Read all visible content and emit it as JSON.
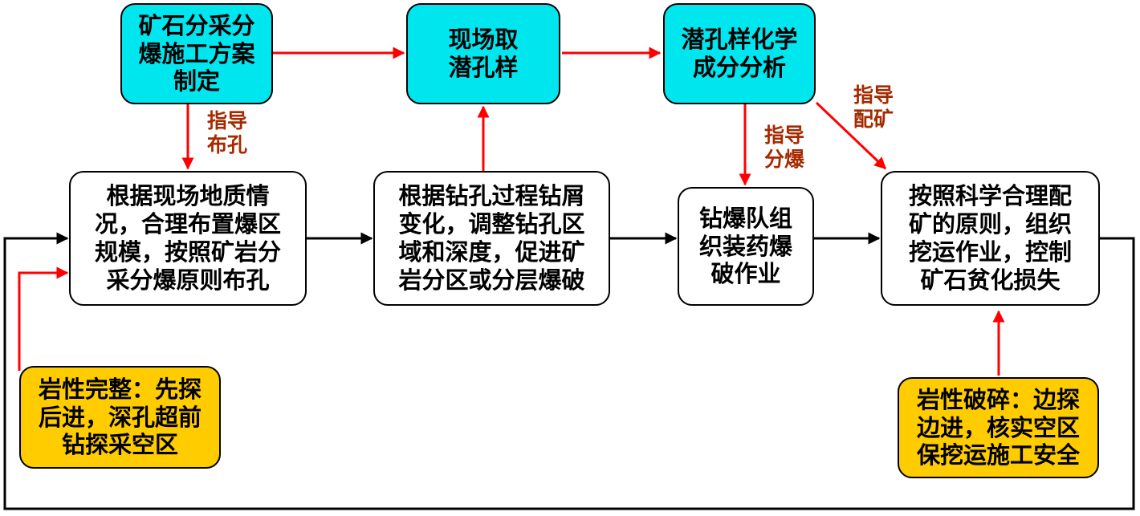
{
  "boxes": {
    "plan": "矿石分采分\n爆施工方案\n制定",
    "sample": "现场取\n潜孔样",
    "analysis": "潜孔样化学\n成分分析",
    "layout": "根据现场地质情\n况，合理布置爆区\n规模，按照矿岩分\n采分爆原则布孔",
    "adjust": "根据钻孔过程钻屑\n变化，调整钻孔区\n域和深度，促进矿\n岩分区或分层爆破",
    "blast": "钻爆队组\n织装药爆\n破作业",
    "ore": "按照科学合理配\n矿的原则，组织\n挖运作业，控制\n矿石贫化损失",
    "intact": "岩性完整：先探\n后进，深孔超前\n钻探采空区",
    "broken": "岩性破碎：边探\n边进，核实空区\n保挖运施工安全"
  },
  "labels": {
    "guide_holes": "指导\n布孔",
    "guide_blast": "指导\n分爆",
    "guide_ore": "指导\n配矿"
  },
  "colors": {
    "process_box": "#00e6ef",
    "condition_box": "#ffcc00",
    "guide_arrow": "#ff0000",
    "flow_arrow": "#000000",
    "guide_text": "#a52a00"
  }
}
